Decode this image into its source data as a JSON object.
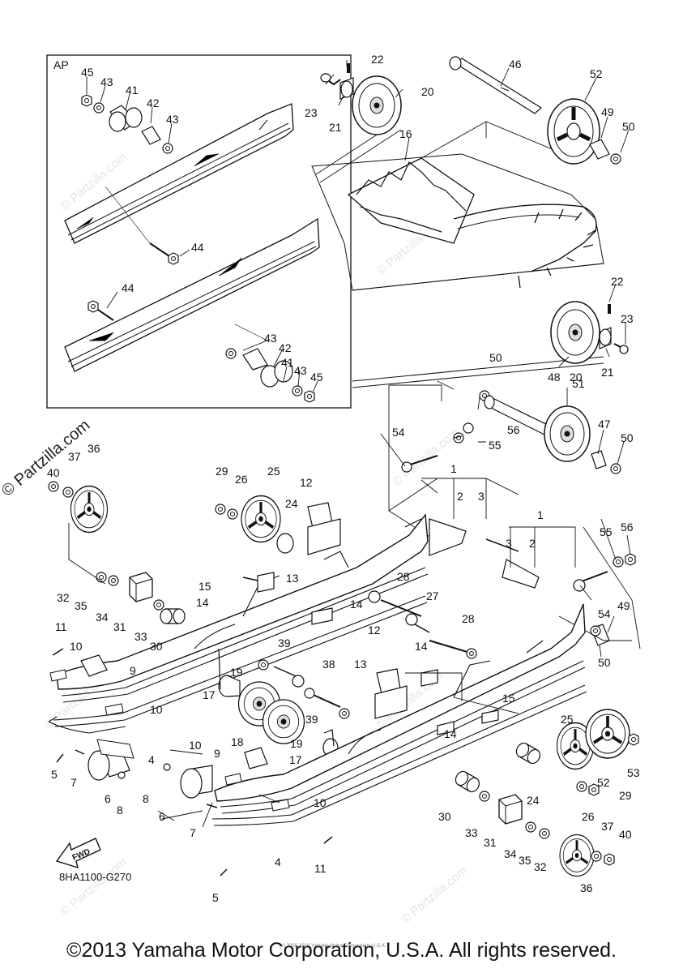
{
  "diagram": {
    "inset_label": "AP",
    "reference_code": "8HA1100-G270",
    "fwd_label": "FWD",
    "side_watermark": "© Partzilla.com",
    "watermark": "© Partzilla.com",
    "tiny_credit": "(c) 2005-2016 Yamaha Motor Corporation, U.S.A.",
    "copyright": "©2013 Yamaha Motor Corporation, U.S.A. All rights reserved.",
    "callouts": [
      {
        "id": "c45a",
        "text": "45"
      },
      {
        "id": "c43a",
        "text": "43"
      },
      {
        "id": "c41a",
        "text": "41"
      },
      {
        "id": "c42a",
        "text": "42"
      },
      {
        "id": "c43b",
        "text": "43"
      },
      {
        "id": "c44a",
        "text": "44"
      },
      {
        "id": "c44b",
        "text": "44"
      },
      {
        "id": "c43c",
        "text": "43"
      },
      {
        "id": "c42b",
        "text": "42"
      },
      {
        "id": "c41b",
        "text": "41"
      },
      {
        "id": "c43d",
        "text": "43"
      },
      {
        "id": "c45b",
        "text": "45"
      },
      {
        "id": "c22a",
        "text": "22"
      },
      {
        "id": "c23a",
        "text": "23"
      },
      {
        "id": "c20a",
        "text": "20"
      },
      {
        "id": "c21a",
        "text": "21"
      },
      {
        "id": "c16",
        "text": "16"
      },
      {
        "id": "c46",
        "text": "46"
      },
      {
        "id": "c52a",
        "text": "52"
      },
      {
        "id": "c49a",
        "text": "49"
      },
      {
        "id": "c50a",
        "text": "50"
      },
      {
        "id": "c22b",
        "text": "22"
      },
      {
        "id": "c23b",
        "text": "23"
      },
      {
        "id": "c20b",
        "text": "20"
      },
      {
        "id": "c21b",
        "text": "21"
      },
      {
        "id": "c50b",
        "text": "50"
      },
      {
        "id": "c48",
        "text": "48"
      },
      {
        "id": "c51",
        "text": "51"
      },
      {
        "id": "c56a",
        "text": "56"
      },
      {
        "id": "c55a",
        "text": "55"
      },
      {
        "id": "c54a",
        "text": "54"
      },
      {
        "id": "c47",
        "text": "47"
      },
      {
        "id": "c50c",
        "text": "50"
      },
      {
        "id": "c1a",
        "text": "1"
      },
      {
        "id": "c2a",
        "text": "2"
      },
      {
        "id": "c3a",
        "text": "3"
      },
      {
        "id": "c1b",
        "text": "1"
      },
      {
        "id": "c3b",
        "text": "3"
      },
      {
        "id": "c2b",
        "text": "2"
      },
      {
        "id": "c55b",
        "text": "55"
      },
      {
        "id": "c56b",
        "text": "56"
      },
      {
        "id": "c54b",
        "text": "54"
      },
      {
        "id": "c49b",
        "text": "49"
      },
      {
        "id": "c50d",
        "text": "50"
      },
      {
        "id": "c40a",
        "text": "40"
      },
      {
        "id": "c37a",
        "text": "37"
      },
      {
        "id": "c36a",
        "text": "36"
      },
      {
        "id": "c29a",
        "text": "29"
      },
      {
        "id": "c26a",
        "text": "26"
      },
      {
        "id": "c25a",
        "text": "25"
      },
      {
        "id": "c12a",
        "text": "12"
      },
      {
        "id": "c24a",
        "text": "24"
      },
      {
        "id": "c13a",
        "text": "13"
      },
      {
        "id": "c32a",
        "text": "32"
      },
      {
        "id": "c35a",
        "text": "35"
      },
      {
        "id": "c34a",
        "text": "34"
      },
      {
        "id": "c31a",
        "text": "31"
      },
      {
        "id": "c33a",
        "text": "33"
      },
      {
        "id": "c30a",
        "text": "30"
      },
      {
        "id": "c15a",
        "text": "15"
      },
      {
        "id": "c14a",
        "text": "14"
      },
      {
        "id": "c14b",
        "text": "14"
      },
      {
        "id": "c28a",
        "text": "28"
      },
      {
        "id": "c27",
        "text": "27"
      },
      {
        "id": "c28b",
        "text": "28"
      },
      {
        "id": "c11a",
        "text": "11"
      },
      {
        "id": "c10a",
        "text": "10"
      },
      {
        "id": "c9a",
        "text": "9"
      },
      {
        "id": "c39a",
        "text": "39"
      },
      {
        "id": "c19a",
        "text": "19"
      },
      {
        "id": "c38",
        "text": "38"
      },
      {
        "id": "c17a",
        "text": "17"
      },
      {
        "id": "c10b",
        "text": "10"
      },
      {
        "id": "c18",
        "text": "18"
      },
      {
        "id": "c39b",
        "text": "39"
      },
      {
        "id": "c19b",
        "text": "19"
      },
      {
        "id": "c17b",
        "text": "17"
      },
      {
        "id": "c12b",
        "text": "12"
      },
      {
        "id": "c13b",
        "text": "13"
      },
      {
        "id": "c14c",
        "text": "14"
      },
      {
        "id": "c15b",
        "text": "15"
      },
      {
        "id": "c14d",
        "text": "14"
      },
      {
        "id": "c4a",
        "text": "4"
      },
      {
        "id": "c5a",
        "text": "5"
      },
      {
        "id": "c7a",
        "text": "7"
      },
      {
        "id": "c6a",
        "text": "6"
      },
      {
        "id": "c8a",
        "text": "8"
      },
      {
        "id": "c10c",
        "text": "10"
      },
      {
        "id": "c9b",
        "text": "9"
      },
      {
        "id": "c8b",
        "text": "8"
      },
      {
        "id": "c6b",
        "text": "6"
      },
      {
        "id": "c7b",
        "text": "7"
      },
      {
        "id": "c10d",
        "text": "10"
      },
      {
        "id": "c25b",
        "text": "25"
      },
      {
        "id": "c53",
        "text": "53"
      },
      {
        "id": "c52b",
        "text": "52"
      },
      {
        "id": "c29b",
        "text": "29"
      },
      {
        "id": "c24b",
        "text": "24"
      },
      {
        "id": "c26b",
        "text": "26"
      },
      {
        "id": "c30b",
        "text": "30"
      },
      {
        "id": "c33b",
        "text": "33"
      },
      {
        "id": "c31b",
        "text": "31"
      },
      {
        "id": "c34b",
        "text": "34"
      },
      {
        "id": "c35b",
        "text": "35"
      },
      {
        "id": "c32b",
        "text": "32"
      },
      {
        "id": "c37b",
        "text": "37"
      },
      {
        "id": "c40b",
        "text": "40"
      },
      {
        "id": "c36b",
        "text": "36"
      },
      {
        "id": "c4b",
        "text": "4"
      },
      {
        "id": "c11b",
        "text": "11"
      },
      {
        "id": "c5b",
        "text": "5"
      }
    ]
  }
}
